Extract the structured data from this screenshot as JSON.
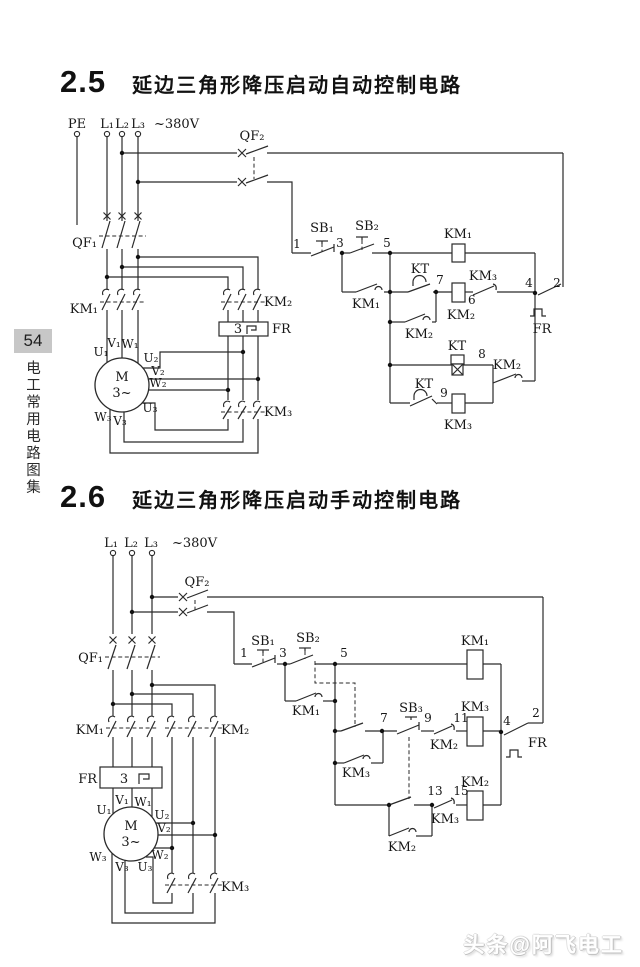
{
  "page": {
    "badge": "54",
    "sidebar_title": "电工常用电路图集",
    "watermark": "头条@阿飞电工"
  },
  "d1": {
    "number": "2.5",
    "title": "延边三角形降压启动自动控制电路",
    "labels": {
      "pe": "PE",
      "l1": "L₁",
      "l2": "L₂",
      "l3": "L₃",
      "voltage": "~380V",
      "qf1": "QF₁",
      "qf2": "QF₂",
      "km1": "KM₁",
      "km2": "KM₂",
      "km3": "KM₃",
      "kt": "KT",
      "fr": "FR",
      "fr_phase": "3",
      "sb1": "SB₁",
      "sb2": "SB₂",
      "motor": "M",
      "motor_phase": "3~",
      "u1": "U₁",
      "v1": "V₁",
      "w1": "W₁",
      "u2": "U₂",
      "v2": "V₂",
      "w2": "W₂",
      "u3": "U₃",
      "v3": "V₃",
      "w3": "W₃",
      "n1": "1",
      "n2": "2",
      "n3": "3",
      "n4": "4",
      "n5": "5",
      "n6": "6",
      "n7": "7",
      "n8": "8",
      "n9": "9"
    }
  },
  "d2": {
    "number": "2.6",
    "title": "延边三角形降压启动手动控制电路",
    "labels": {
      "l1": "L₁",
      "l2": "L₂",
      "l3": "L₃",
      "voltage": "~380V",
      "qf1": "QF₁",
      "qf2": "QF₂",
      "km1": "KM₁",
      "km2": "KM₂",
      "km3": "KM₃",
      "fr": "FR",
      "fr_phase": "3",
      "sb1": "SB₁",
      "sb2": "SB₂",
      "sb3": "SB₃",
      "motor": "M",
      "motor_phase": "3~",
      "u1": "U₁",
      "v1": "V₁",
      "w1": "W₁",
      "u2": "U₂",
      "v2": "V₂",
      "w2": "W₂",
      "u3": "U₃",
      "v3": "V₃",
      "w3": "W₃",
      "n1": "1",
      "n2": "2",
      "n3": "3",
      "n4": "4",
      "n5": "5",
      "n7": "7",
      "n9": "9",
      "n11": "11",
      "n13": "13",
      "n15": "15"
    }
  }
}
